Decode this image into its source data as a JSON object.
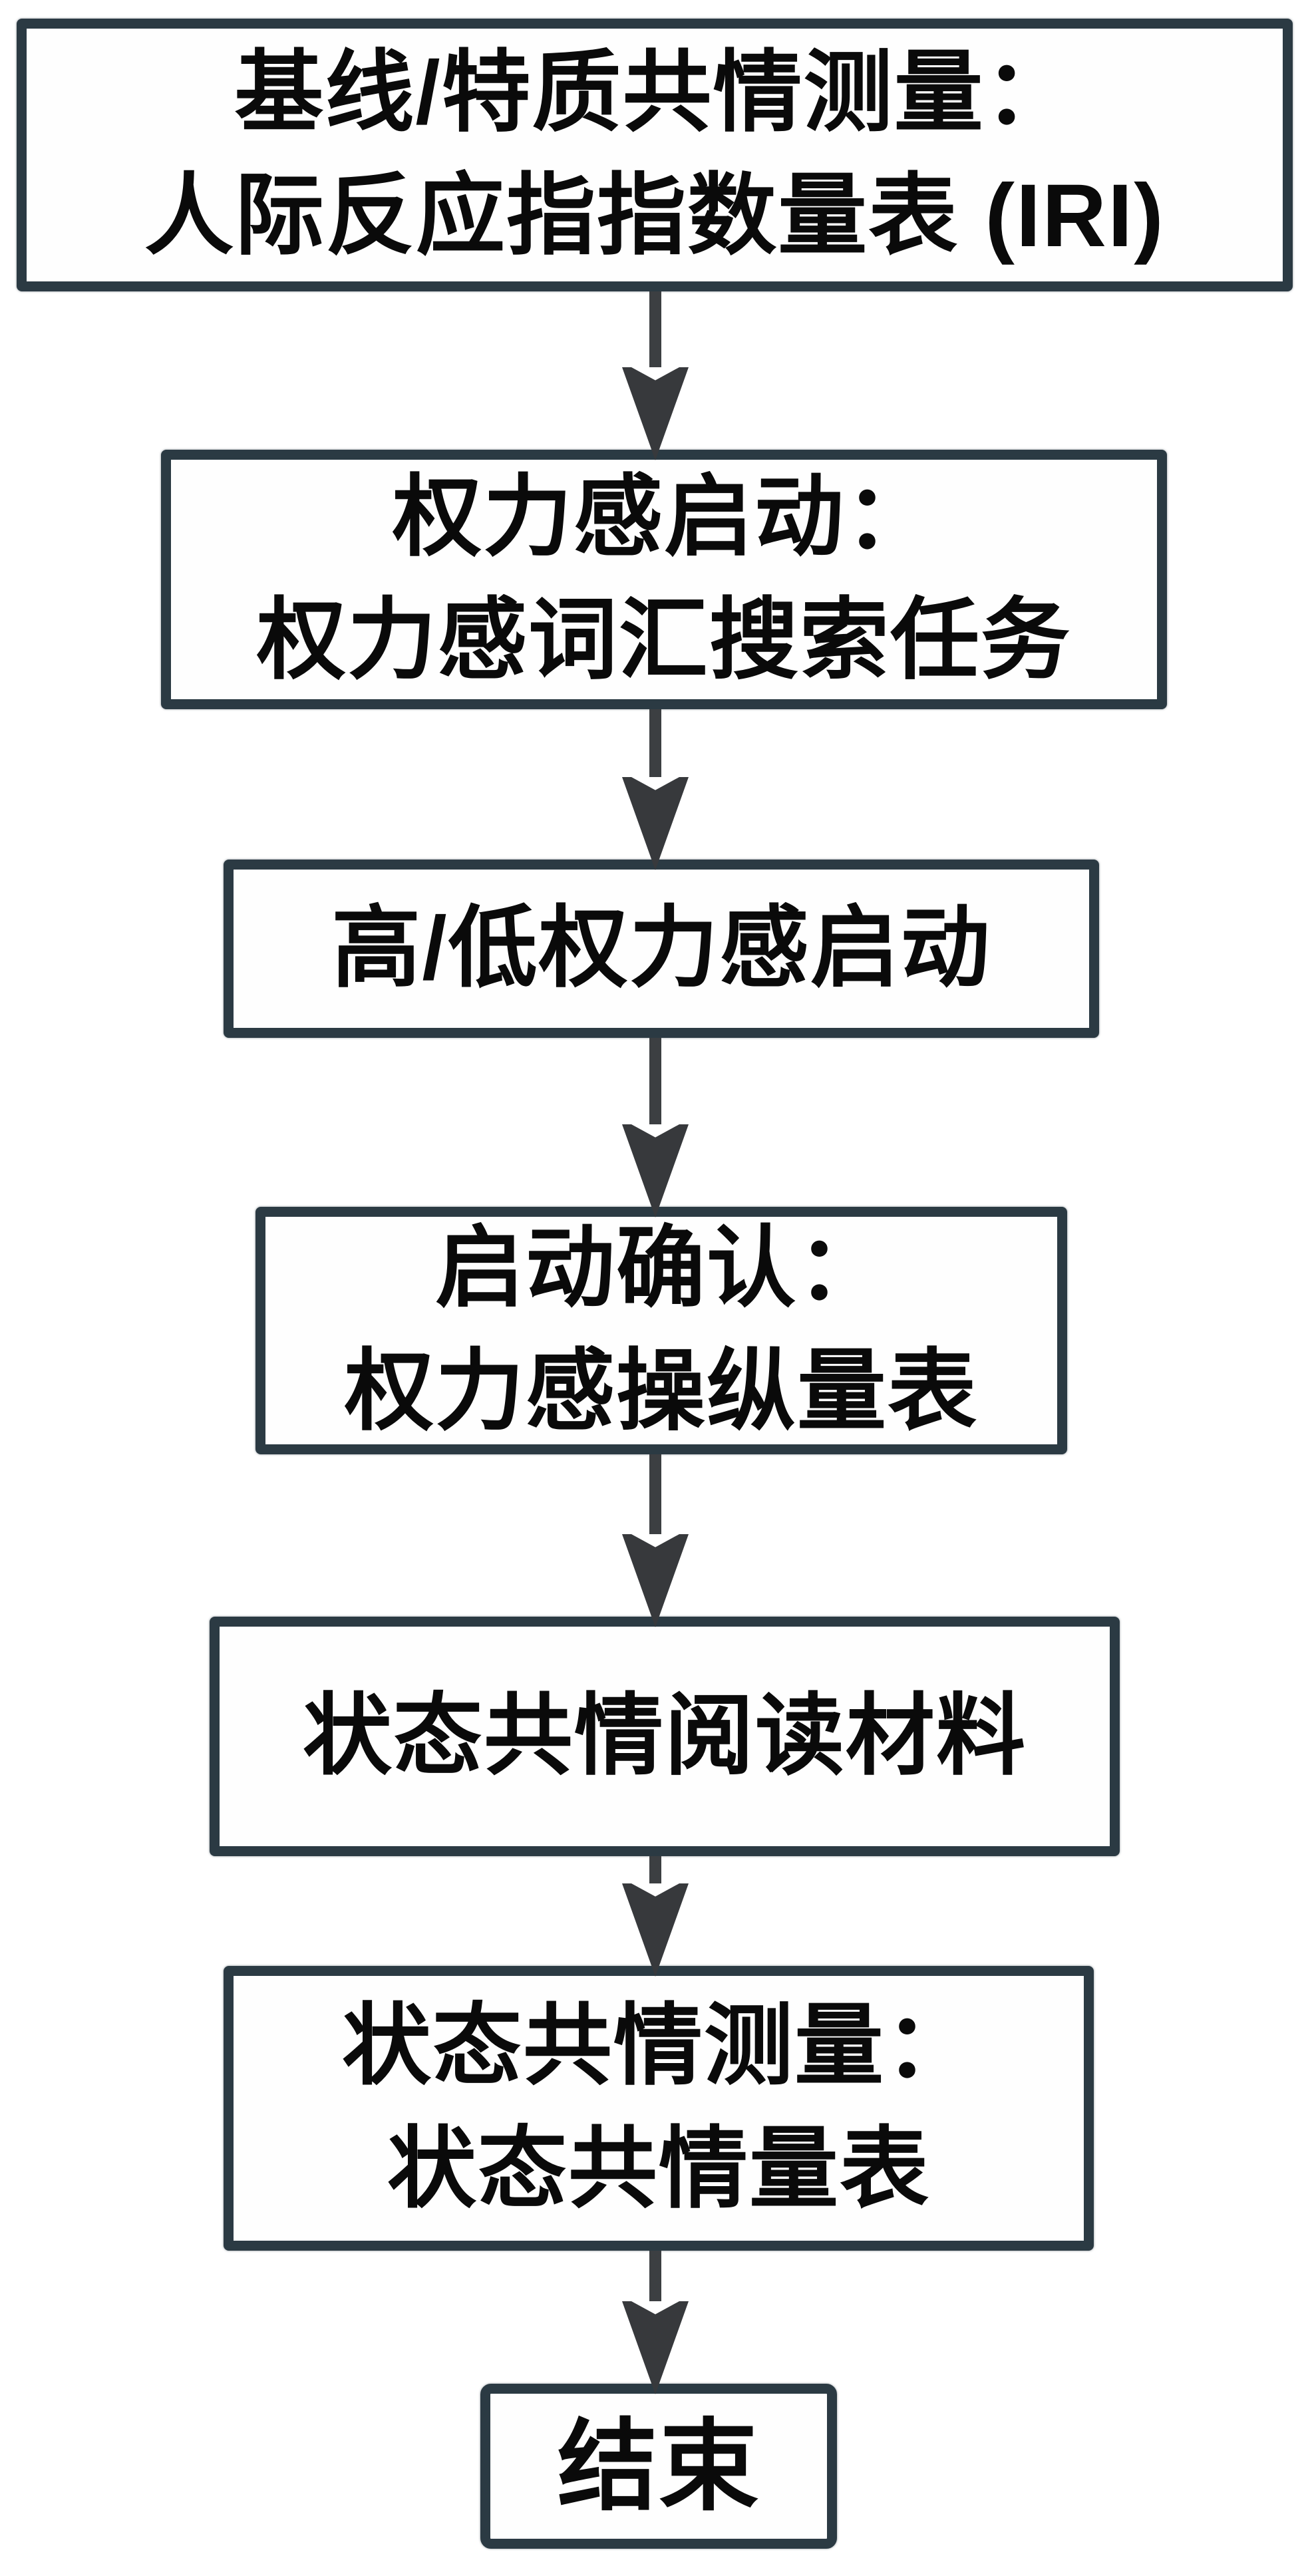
{
  "diagram": {
    "type": "flowchart",
    "direction": "top-down",
    "language": "zh-CN",
    "nodes": [
      {
        "id": "baseline-trait-empathy-measure",
        "label_line1": "基线/特质共情测量：",
        "label_line2": "人际反应指指数量表 (IRI)"
      },
      {
        "id": "power-priming",
        "label_line1": "权力感启动：",
        "label_line2": "权力感词汇搜索任务"
      },
      {
        "id": "high-low-power-prime",
        "label_line1": "高/低权力感启动",
        "label_line2": ""
      },
      {
        "id": "manipulation-check",
        "label_line1": "启动确认：",
        "label_line2": "权力感操纵量表"
      },
      {
        "id": "state-empathy-reading-material",
        "label_line1": "状态共情阅读材料",
        "label_line2": ""
      },
      {
        "id": "state-empathy-measure",
        "label_line1": "状态共情测量：",
        "label_line2": "状态共情量表"
      },
      {
        "id": "end",
        "label_line1": "结束",
        "label_line2": ""
      }
    ],
    "edges": [
      {
        "from": 0,
        "to": 1,
        "style": "arrow-down"
      },
      {
        "from": 1,
        "to": 2,
        "style": "arrow-down"
      },
      {
        "from": 2,
        "to": 3,
        "style": "arrow-down"
      },
      {
        "from": 3,
        "to": 4,
        "style": "arrow-down"
      },
      {
        "from": 4,
        "to": 5,
        "style": "arrow-down"
      },
      {
        "from": 5,
        "to": 6,
        "style": "arrow-down"
      }
    ],
    "colors": {
      "node_border": "#2b3a43",
      "node_fill": "#fefefe",
      "text": "#0a0a0a",
      "arrow": "#37393c",
      "background": "#ffffff"
    }
  }
}
